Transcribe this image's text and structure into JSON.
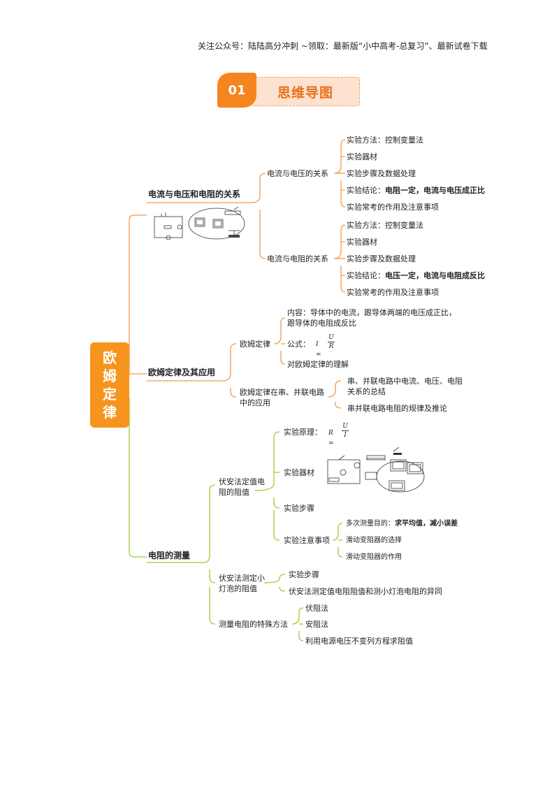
{
  "header": {
    "text": "关注公众号：陆陆高分冲刺 ~领取：最新版“小中高考-总复习”、最新试卷下载"
  },
  "badge": {
    "number": "01",
    "title": "思维导图"
  },
  "root": {
    "label": "欧姆定律"
  },
  "branches": {
    "b1": {
      "label": "电流与电压和电阻的关系",
      "sub1": {
        "label": "电流与电压的关系",
        "items": [
          "实验方法：控制变量法",
          "实验器材",
          "实验步骤及数据处理"
        ],
        "conclusion_prefix": "实验结论：",
        "conclusion_bold": "电阻一定，电流与电压成正比",
        "last": "实验常考的作用及注意事项"
      },
      "sub2": {
        "label": "电流与电阻的关系",
        "items": [
          "实验方法：控制变量法",
          "实验器材",
          "实验步骤及数据处理"
        ],
        "conclusion_prefix": "实验结论：",
        "conclusion_bold": "电压一定，电流与电阻成反比",
        "last": "实验常考的作用及注意事项"
      }
    },
    "b2": {
      "label": "欧姆定律及其应用",
      "sub1": {
        "label": "欧姆定律",
        "content_line1": "内容：导体中的电流，跟导体两端的电压成正比，",
        "content_line2": "跟导体的电阻成反比",
        "formula_label": "公式：",
        "formula_lhs": "I =",
        "formula_num": "U",
        "formula_den": "R",
        "understanding": "对欧姆定律的理解"
      },
      "sub2": {
        "label_line1": "欧姆定律在串、并联电路",
        "label_line2": "中的应用",
        "item1_line1": "串、并联电路中电流、电压、电阻",
        "item1_line2": "关系的总结",
        "item2": "串并联电路电阻的规律及推论"
      }
    },
    "b3": {
      "label": "电阻的测量",
      "sub1": {
        "label_line1": "伏安法定值电",
        "label_line2": "阻的阻值",
        "principle_label": "实验原理：",
        "principle_lhs": "R =",
        "principle_num": "U",
        "principle_den": "I",
        "equipment": "实验器材",
        "steps": "实验步骤",
        "notes": "实验注意事项",
        "note1_prefix": "多次测量目的：",
        "note1_bold": "求平均值，减小误差",
        "note2": "滑动变阻器的选择",
        "note3": "滑动变阻器的作用"
      },
      "sub2": {
        "label_line1": "伏安法测定小",
        "label_line2": "灯泡的阻值",
        "item1": "实验步骤",
        "item2": "伏安法测定值电阻阻值和测小灯泡电阻的异同"
      },
      "sub3": {
        "label": "测量电阻的特殊方法",
        "items": [
          "伏阻法",
          "安阻法",
          "利用电源电压不变列方程求阻值"
        ]
      }
    }
  },
  "colors": {
    "orange": "#f7941d",
    "green": "#9acd32",
    "badge_text": "#e8701a"
  }
}
